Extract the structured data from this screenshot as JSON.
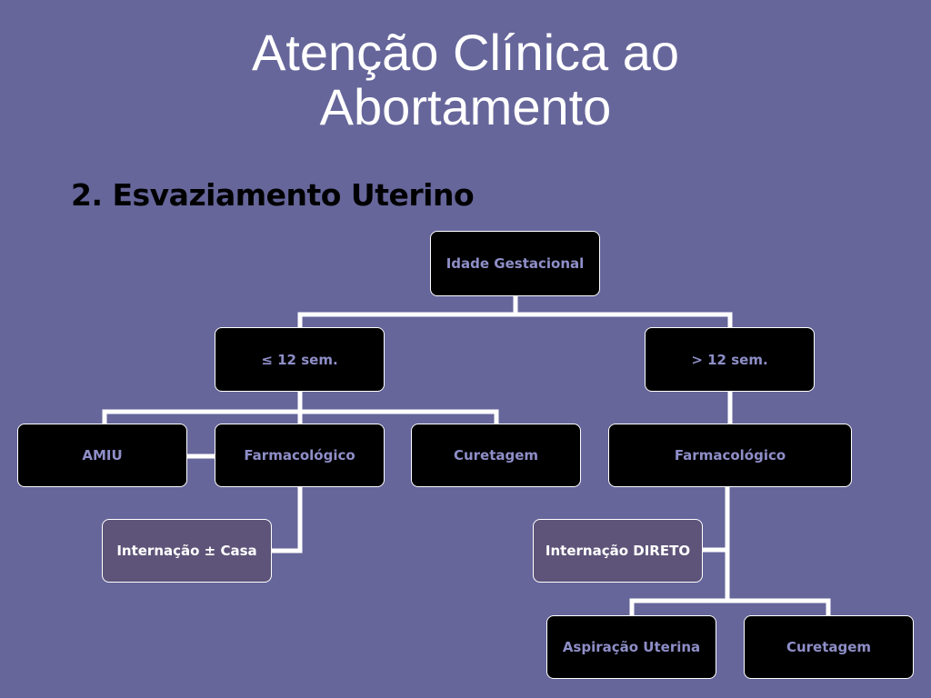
{
  "slide": {
    "title_line1": "Atenção Clínica ao",
    "title_line2": "Abortamento",
    "subtitle": "2. Esvaziamento Uterino"
  },
  "colors": {
    "background": "#66669b",
    "node_fill": "#000000",
    "node_fill_alt": "#5e5479",
    "node_text": "#8e8ec8",
    "connector": "#ffffff"
  },
  "diagram": {
    "root": "Idade Gestacional",
    "left_branch": "≤ 12 sem.",
    "right_branch": "> 12 sem.",
    "amiu": "AMIU",
    "left_farmacologico": "Farmacológico",
    "left_curetagem": "Curetagem",
    "internacao_casa": "Internação ± Casa",
    "right_farmacologico": "Farmacológico",
    "internacao_direto": "Internação DIRETO",
    "aspiracao_uterina": "Aspiração Uterina",
    "right_curetagem": "Curetagem"
  }
}
